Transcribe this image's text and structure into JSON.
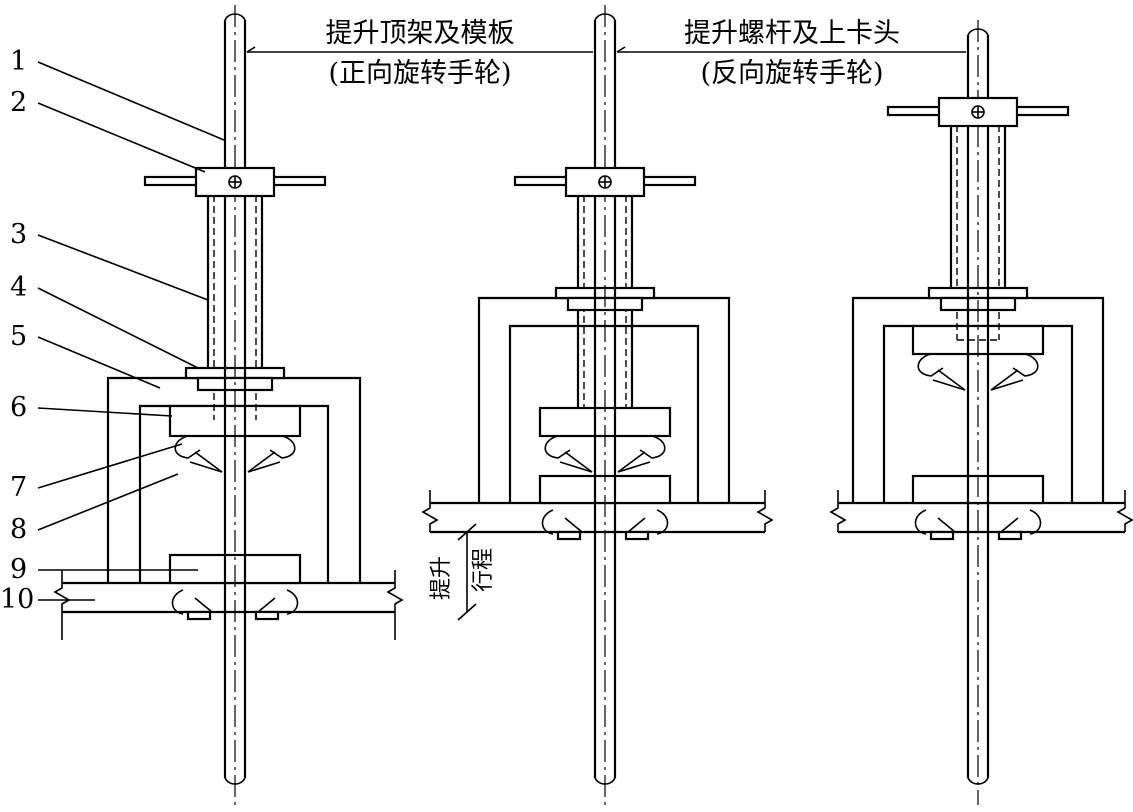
{
  "annotations": {
    "left_stage_top": "提升顶架及模板",
    "left_stage_bottom": "(正向旋转手轮)",
    "right_stage_top": "提升螺杆及上卡头",
    "right_stage_bottom": "(反向旋转手轮)",
    "stroke_a": "提升",
    "stroke_b": "行程"
  },
  "callouts": [
    "1",
    "2",
    "3",
    "4",
    "5",
    "6",
    "7",
    "8",
    "9",
    "10"
  ],
  "colors": {
    "line": "#000000",
    "background": "#ffffff"
  }
}
